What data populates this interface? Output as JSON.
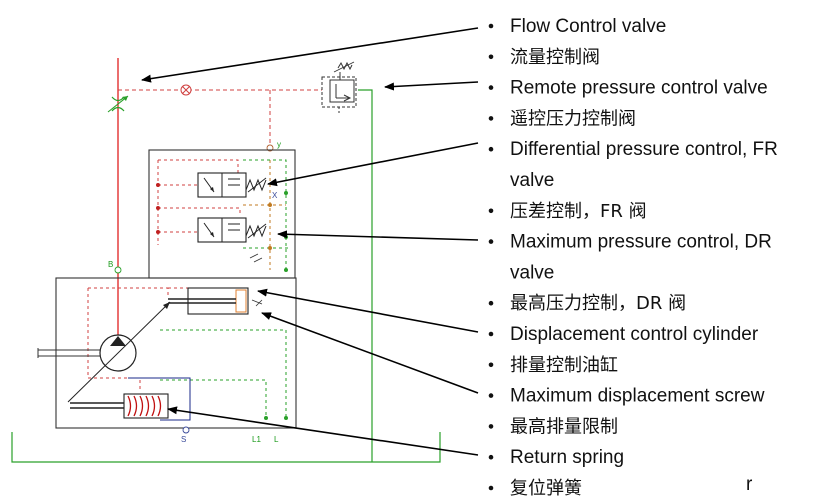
{
  "labels": [
    {
      "text": "Flow Control valve"
    },
    {
      "text": "流量控制阀"
    },
    {
      "text": "Remote pressure control valve"
    },
    {
      "text": "遥控压力控制阀"
    },
    {
      "text": "Differential pressure control, FR"
    },
    {
      "text": "valve"
    },
    {
      "text": "压差控制，FR 阀"
    },
    {
      "text": "Maximum pressure control, DR"
    },
    {
      "text": "valve"
    },
    {
      "text": "最高压力控制，DR 阀"
    },
    {
      "text": "Displacement control cylinder"
    },
    {
      "text": "排量控制油缸"
    },
    {
      "text": "Maximum displacement screw"
    },
    {
      "text": "最高排量限制"
    },
    {
      "text": "Return spring"
    },
    {
      "text": "复位弹簧"
    }
  ],
  "ports": {
    "b": "B",
    "s": "S",
    "l1": "L1",
    "l": "L",
    "x": "X",
    "y": "y"
  },
  "stray": "r",
  "colors": {
    "pressure_line": "#e02020",
    "pilot_line": "#d04040",
    "drain_line": "#2aa02a",
    "outline": "#333333",
    "spring": "#c01010",
    "arrow": "#000000"
  }
}
